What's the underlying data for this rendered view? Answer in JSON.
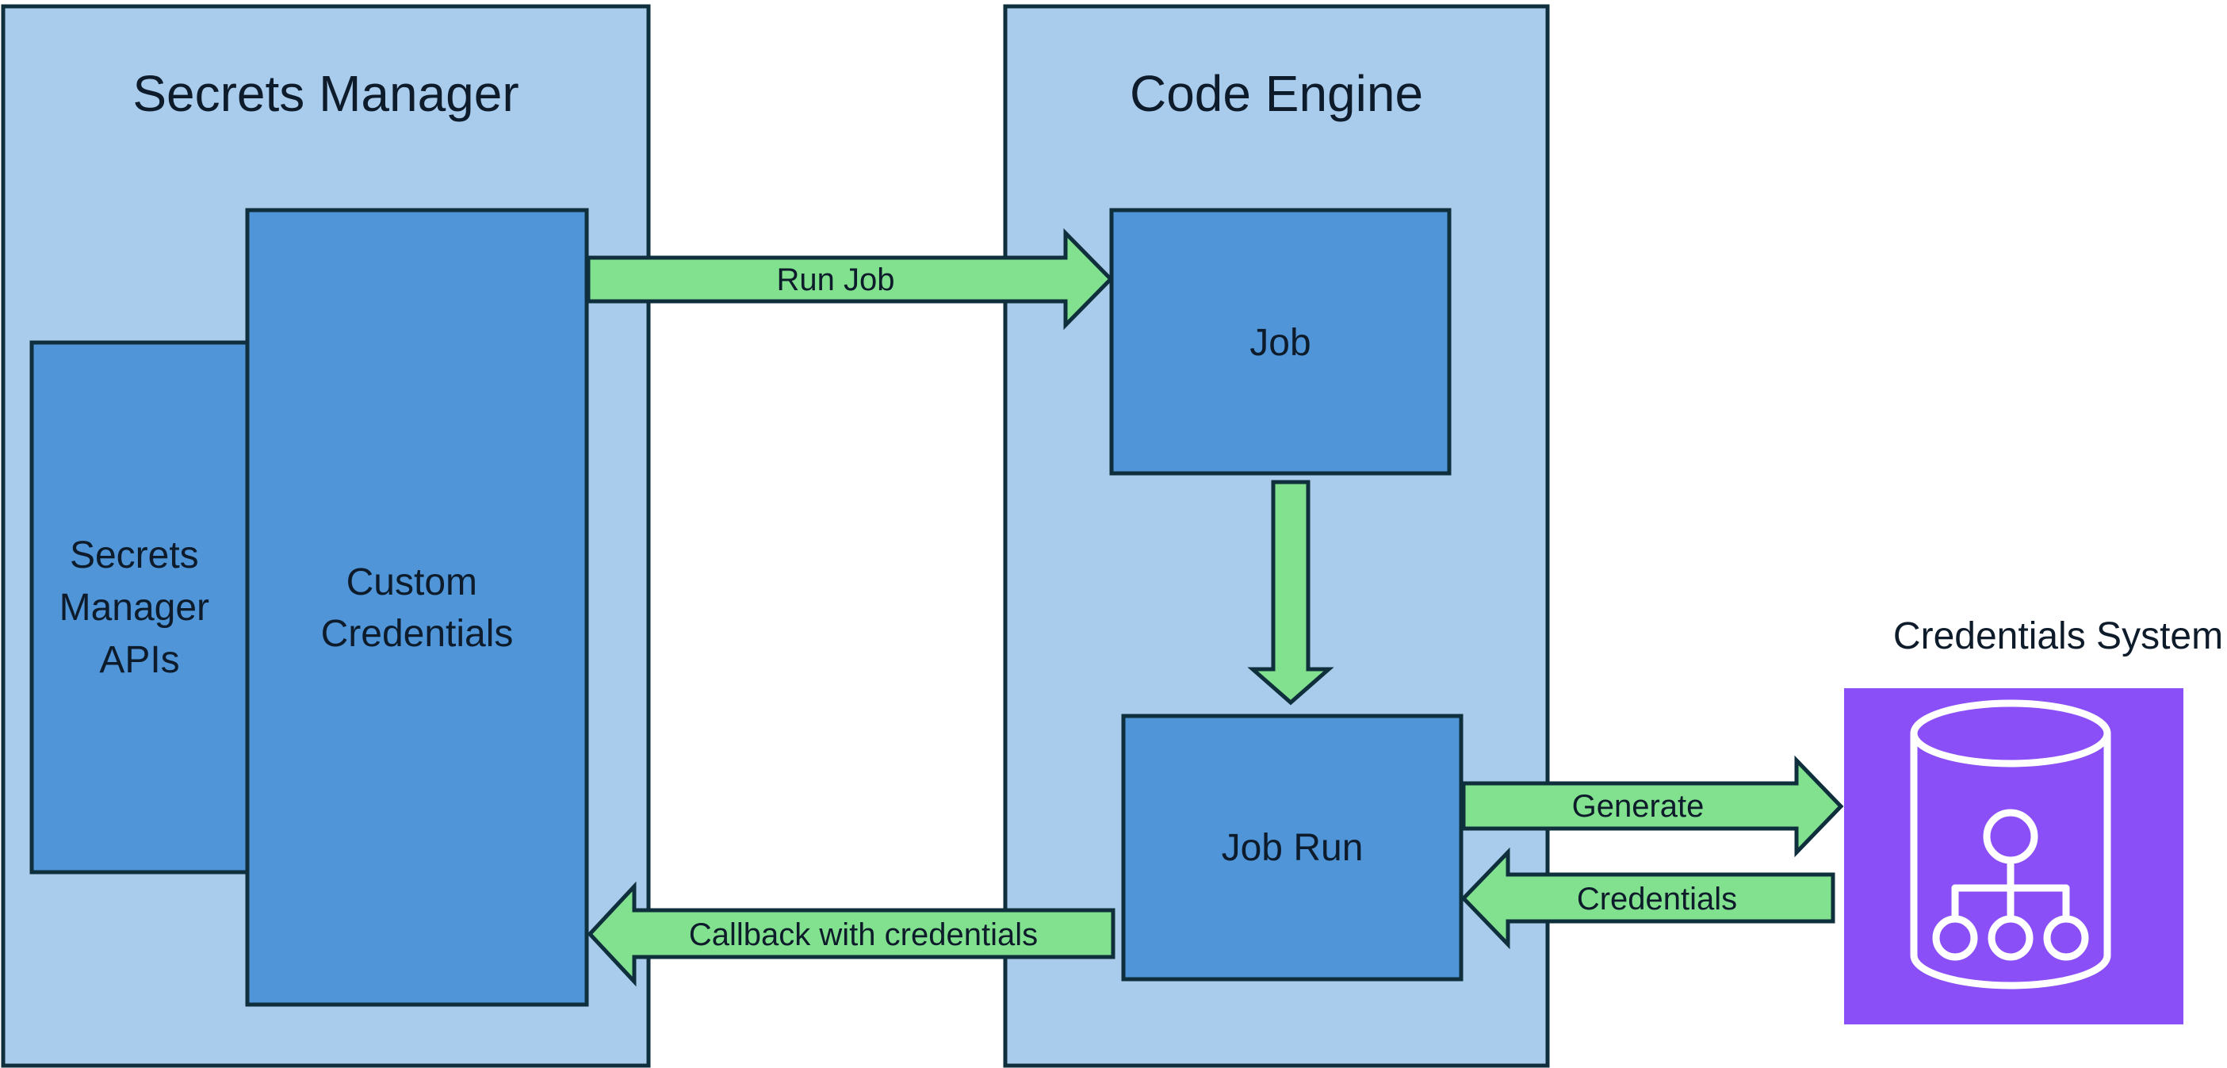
{
  "containers": {
    "secrets_manager": {
      "title": "Secrets Manager"
    },
    "code_engine": {
      "title": "Code Engine"
    }
  },
  "boxes": {
    "secrets_manager_apis": {
      "lines": [
        "Secrets",
        "Manager",
        "APIs"
      ]
    },
    "custom_credentials": {
      "lines": [
        "Custom",
        "Credentials"
      ]
    },
    "job": {
      "label": "Job"
    },
    "job_run": {
      "label": "Job Run"
    }
  },
  "arrows": {
    "run_job": "Run Job",
    "callback": "Callback with credentials",
    "generate": "Generate",
    "credentials": "Credentials"
  },
  "credentials_system": {
    "title": "Credentials System",
    "icon": "database-hierarchy-icon"
  },
  "colors": {
    "container_fill": "#a9cbec",
    "box_fill": "#4f95d8",
    "stroke": "#0f2f3c",
    "arrow_fill": "#82e18f",
    "icon_bg": "#8a4ff7",
    "icon_stroke": "#ffffff"
  }
}
